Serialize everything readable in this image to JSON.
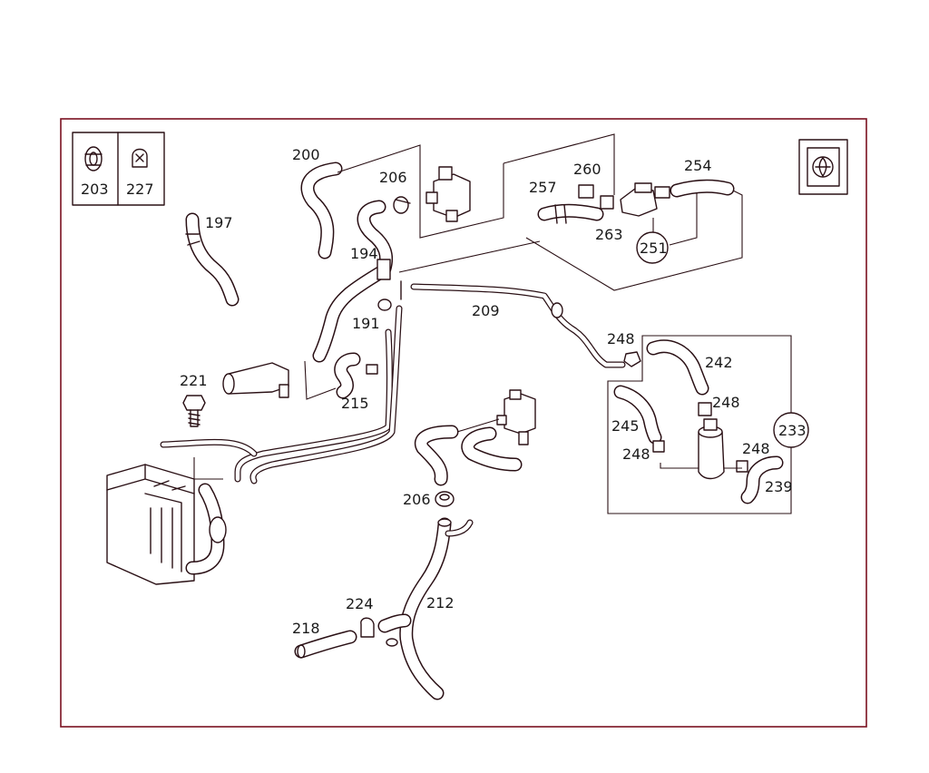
{
  "diagram": {
    "labels": {
      "p197": "197",
      "p200": "200",
      "p194": "194",
      "p206a": "206",
      "p206b": "206",
      "p191": "191",
      "p209": "209",
      "p215": "215",
      "p221": "221",
      "p212": "212",
      "p218": "218",
      "p224": "224",
      "p257": "257",
      "p260": "260",
      "p263": "263",
      "p254": "254",
      "p251": "251",
      "p248a": "248",
      "p248b": "248",
      "p248c": "248",
      "p248d": "248",
      "p242": "242",
      "p245": "245",
      "p233": "233",
      "p239": "239"
    },
    "legend": {
      "left_label": "203",
      "right_label": "227"
    },
    "icon_box": {
      "icon": "fire-icon"
    }
  }
}
